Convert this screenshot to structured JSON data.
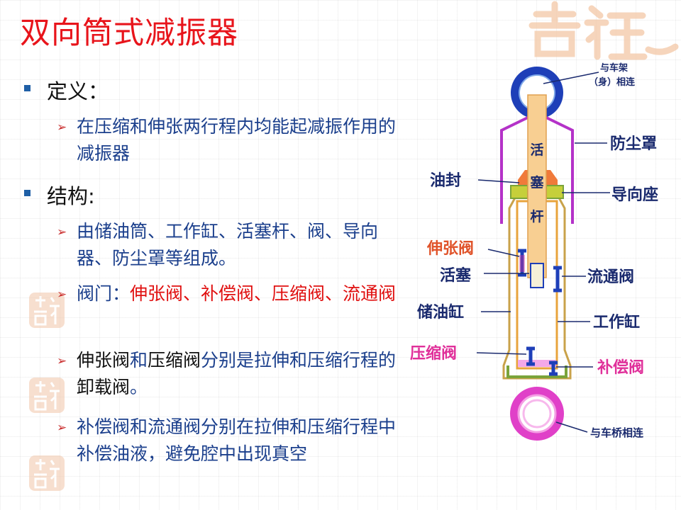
{
  "title": "双向筒式减振器",
  "logo_text": "吉祥",
  "sections": [
    {
      "heading": "定义：",
      "items": [
        {
          "parts": [
            {
              "text": "在压缩和伸张两行程内均能起减振作用的减振器",
              "style": "blue"
            }
          ]
        }
      ]
    },
    {
      "heading": "结构:",
      "items": [
        {
          "parts": [
            {
              "text": "由储油筒、工作缸、活塞杆、阀、导向器、防尘罩等组成。",
              "style": "blue"
            }
          ]
        },
        {
          "parts": [
            {
              "text": "阀门：",
              "style": "blue"
            },
            {
              "text": "伸张阀、补偿阀、压缩阀、流通阀",
              "style": "red"
            }
          ]
        },
        {
          "parts": [
            {
              "text": "伸张阀",
              "style": "black"
            },
            {
              "text": "和",
              "style": "blue"
            },
            {
              "text": "压缩阀",
              "style": "black"
            },
            {
              "text": "分别是拉伸和压缩行程的",
              "style": "blue"
            },
            {
              "text": "卸载阀",
              "style": "black"
            },
            {
              "text": "。",
              "style": "blue"
            }
          ]
        },
        {
          "parts": [
            {
              "text": "补偿阀和流通阀分别在拉伸和压缩行程中补偿油液，避免腔中出现真空",
              "style": "blue"
            }
          ]
        }
      ]
    }
  ],
  "diagram": {
    "rod_text": [
      "活",
      "塞",
      "杆"
    ],
    "labels": {
      "top_mount": [
        "与车架",
        "（身）相连"
      ],
      "dust_cover": "防尘罩",
      "oil_seal": "油封",
      "guide_seat": "导向座",
      "rebound_valve": "伸张阀",
      "piston": "活塞",
      "flow_valve": "流通阀",
      "reservoir": "储油缸",
      "working_cylinder": "工作缸",
      "compression_valve": "压缩阀",
      "compensation_valve": "补偿阀",
      "bottom_mount": "与车桥相连"
    }
  },
  "colors": {
    "title": "#e8141b",
    "text_blue": "#1b3f8c",
    "text_red": "#e01010",
    "bullet": "#1f5fa6",
    "label_navy": "#1a2a6e",
    "label_orange": "#e0532a",
    "label_pink": "#e0309a",
    "reservoir": "#c9a24a",
    "rod": "#f8cf92",
    "dust_cover": "#b432c8",
    "valve_blue": "#1e3fb8"
  }
}
